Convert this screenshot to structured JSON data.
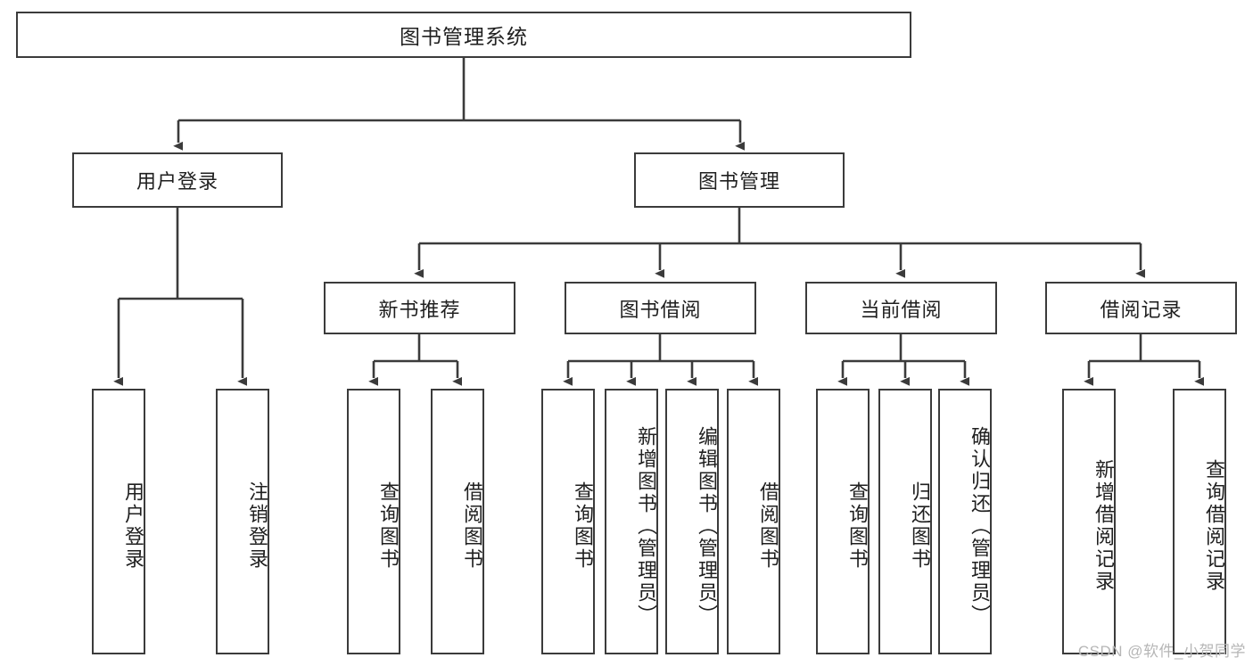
{
  "diagram": {
    "title": "图书管理系统",
    "type": "hierarchy-tree",
    "root": {
      "label": "图书管理系统"
    },
    "level2": [
      {
        "label": "用户登录"
      },
      {
        "label": "图书管理"
      }
    ],
    "level3": [
      {
        "label": "新书推荐"
      },
      {
        "label": "图书借阅"
      },
      {
        "label": "当前借阅"
      },
      {
        "label": "借阅记录"
      }
    ],
    "leaves": {
      "user_login": [
        {
          "label": "用户登录"
        },
        {
          "label": "注销登录"
        }
      ],
      "new_book_recommend": [
        {
          "label": "查询图书"
        },
        {
          "label": "借阅图书"
        }
      ],
      "book_borrow": [
        {
          "label": "查询图书"
        },
        {
          "label": "新增图书（管理员）"
        },
        {
          "label": "编辑图书（管理员）"
        },
        {
          "label": "借阅图书"
        }
      ],
      "current_borrow": [
        {
          "label": "查询图书"
        },
        {
          "label": "归还图书"
        },
        {
          "label": "确认归还（管理员）"
        }
      ],
      "borrow_record": [
        {
          "label": "新增借阅记录"
        },
        {
          "label": "查询借阅记录"
        }
      ]
    }
  },
  "watermark": {
    "text": "CSDN @软件_小贺同学"
  },
  "colors": {
    "stroke": "#3b3b3b",
    "fill": "#ffffff",
    "text": "#1f1f1f",
    "watermark": "#b6b6b6"
  }
}
